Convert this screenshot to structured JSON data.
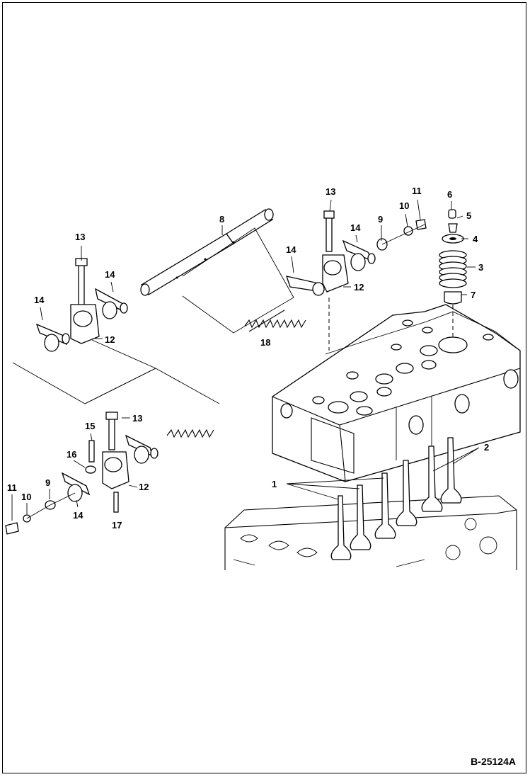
{
  "figure_ref": "B-25124A",
  "callouts": {
    "c1": "1",
    "c2": "2",
    "c3": "3",
    "c4": "4",
    "c5": "5",
    "c6": "6",
    "c7": "7",
    "c8": "8",
    "c9": "9",
    "c10": "10",
    "c11": "11",
    "c12": "12",
    "c13": "13",
    "c14": "14",
    "c15": "15",
    "c16": "16",
    "c17": "17",
    "c18": "18"
  }
}
